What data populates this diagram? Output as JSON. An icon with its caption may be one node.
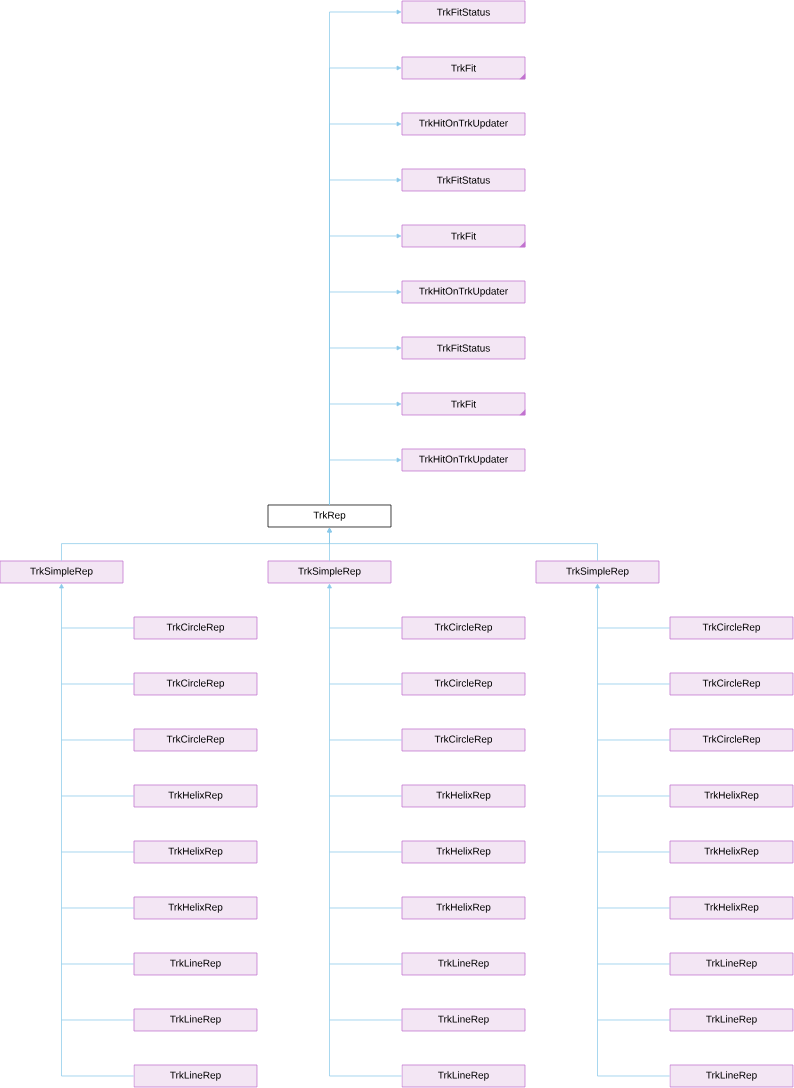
{
  "diagram": {
    "nodes": [
      {
        "text": [
          "TrkFitStatus"
        ]
      },
      {
        "text": [
          "TrkFit"
        ]
      },
      {
        "text": [
          "TrkHitOnTrkUpdater"
        ]
      },
      {
        "text": [
          "TrkFitStatus"
        ]
      },
      {
        "text": [
          "TrkFit"
        ]
      },
      {
        "text": [
          "TrkHitOnTrkUpdater"
        ]
      },
      {
        "text": [
          "TrkFitStatus"
        ]
      },
      {
        "text": [
          "TrkFit"
        ]
      },
      {
        "text": [
          "TrkHitOnTrkUpdater"
        ]
      },
      {
        "text": [
          "TrkRep"
        ]
      },
      {
        "text": [
          "TrkSimpleRep"
        ]
      },
      {
        "text": [
          "TrkCircleRep"
        ]
      },
      {
        "text": [
          "TrkCircleRep"
        ]
      },
      {
        "text": [
          "TrkCircleRep"
        ]
      },
      {
        "text": [
          "TrkHelixRep"
        ]
      },
      {
        "text": [
          "TrkHelixRep"
        ]
      },
      {
        "text": [
          "TrkHelixRep"
        ]
      },
      {
        "text": [
          "TrkLineRep"
        ]
      },
      {
        "text": [
          "TrkLineRep"
        ]
      },
      {
        "text": [
          "TrkLineRep"
        ]
      },
      {
        "text": [
          "TrkSimpleRep"
        ]
      },
      {
        "text": [
          "TrkCircleRep"
        ]
      },
      {
        "text": [
          "TrkCircleRep"
        ]
      },
      {
        "text": [
          "TrkCircleRep"
        ]
      },
      {
        "text": [
          "TrkHelixRep"
        ]
      },
      {
        "text": [
          "TrkHelixRep"
        ]
      },
      {
        "text": [
          "TrkHelixRep"
        ]
      },
      {
        "text": [
          "TrkLineRep"
        ]
      },
      {
        "text": [
          "TrkLineRep"
        ]
      },
      {
        "text": [
          "TrkLineRep"
        ]
      },
      {
        "text": [
          "TrkSimpleRep"
        ]
      },
      {
        "text": [
          "TrkCircleRep"
        ]
      },
      {
        "text": [
          "TrkCircleRep"
        ]
      },
      {
        "text": [
          "TrkCircleRep"
        ]
      },
      {
        "text": [
          "TrkHelixRep"
        ]
      },
      {
        "text": [
          "TrkHelixRep"
        ]
      },
      {
        "text": [
          "TrkHelixRep"
        ]
      },
      {
        "text": [
          "TrkLineRep"
        ]
      },
      {
        "text": [
          "TrkLineRep"
        ]
      },
      {
        "text": [
          "TrkLineRep"
        ]
      }
    ],
    "edges": [
      {
        "from": 9,
        "to": 0,
        "arrow": "to"
      },
      {
        "from": 9,
        "to": 1,
        "arrow": "to"
      },
      {
        "from": 9,
        "to": 2,
        "arrow": "to"
      },
      {
        "from": 9,
        "to": 3,
        "arrow": "to"
      },
      {
        "from": 9,
        "to": 4,
        "arrow": "to"
      },
      {
        "from": 9,
        "to": 5,
        "arrow": "to"
      },
      {
        "from": 9,
        "to": 6,
        "arrow": "to"
      },
      {
        "from": 9,
        "to": 7,
        "arrow": "to"
      },
      {
        "from": 9,
        "to": 8,
        "arrow": "to"
      },
      {
        "from": 10,
        "to": 9,
        "arrow": "to"
      },
      {
        "from": 20,
        "to": 9,
        "arrow": "to"
      },
      {
        "from": 30,
        "to": 9,
        "arrow": "to"
      },
      {
        "from": 11,
        "to": 10,
        "arrow": "to"
      },
      {
        "from": 12,
        "to": 10,
        "arrow": "to"
      },
      {
        "from": 13,
        "to": 10,
        "arrow": "to"
      },
      {
        "from": 14,
        "to": 10,
        "arrow": "to"
      },
      {
        "from": 15,
        "to": 10,
        "arrow": "to"
      },
      {
        "from": 16,
        "to": 10,
        "arrow": "to"
      },
      {
        "from": 17,
        "to": 10,
        "arrow": "to"
      },
      {
        "from": 18,
        "to": 10,
        "arrow": "to"
      },
      {
        "from": 19,
        "to": 10,
        "arrow": "to"
      },
      {
        "from": 21,
        "to": 20,
        "arrow": "to"
      },
      {
        "from": 22,
        "to": 20,
        "arrow": "to"
      },
      {
        "from": 23,
        "to": 20,
        "arrow": "to"
      },
      {
        "from": 24,
        "to": 20,
        "arrow": "to"
      },
      {
        "from": 25,
        "to": 20,
        "arrow": "to"
      },
      {
        "from": 26,
        "to": 20,
        "arrow": "to"
      },
      {
        "from": 27,
        "to": 20,
        "arrow": "to"
      },
      {
        "from": 28,
        "to": 20,
        "arrow": "to"
      },
      {
        "from": 29,
        "to": 20,
        "arrow": "to"
      },
      {
        "from": 31,
        "to": 30,
        "arrow": "to"
      },
      {
        "from": 32,
        "to": 30,
        "arrow": "to"
      },
      {
        "from": 33,
        "to": 30,
        "arrow": "to"
      },
      {
        "from": 34,
        "to": 30,
        "arrow": "to"
      },
      {
        "from": 35,
        "to": 30,
        "arrow": "to"
      },
      {
        "from": 36,
        "to": 30,
        "arrow": "to"
      },
      {
        "from": 37,
        "to": 30,
        "arrow": "to"
      },
      {
        "from": 38,
        "to": 30,
        "arrow": "to"
      },
      {
        "from": 39,
        "to": 30,
        "arrow": "to"
      }
    ]
  }
}
